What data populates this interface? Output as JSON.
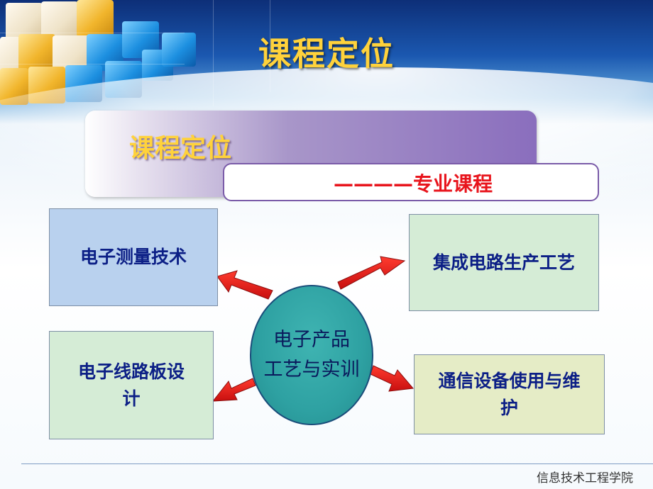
{
  "title": "课程定位",
  "band": {
    "title": "课程定位",
    "subtitle": "————专业课程"
  },
  "center_node": {
    "line1": "电子产品",
    "line2": "工艺与实训"
  },
  "nodes": {
    "top_left": "电子测量技术",
    "bottom_left_line1": "电子线路板设",
    "bottom_left_line2": "计",
    "top_right": "集成电路生产工艺",
    "bottom_right_line1": "通信设备使用与维",
    "bottom_right_line2": "护"
  },
  "footer": "信息技术工程学院",
  "colors": {
    "title": "#ffd23b",
    "subtitle": "#e8141c",
    "node_text": "#0c1f86",
    "arrow": "#e51b1b",
    "center_fill": "#2ea1a2",
    "node_blue": "#b9d1ee",
    "node_green": "#d5ecd6",
    "node_olive": "#e5ecc6"
  }
}
